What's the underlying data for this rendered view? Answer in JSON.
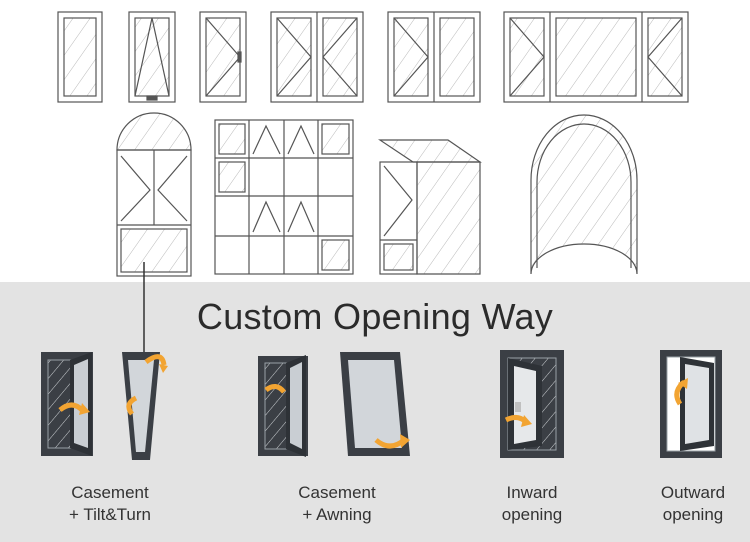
{
  "title": "Custom Opening Way",
  "options": [
    {
      "line1": "Casement",
      "line2": "+ Tilt&Turn"
    },
    {
      "line1": "Casement",
      "line2": "+ Awning"
    },
    {
      "line1": "Inward",
      "line2": "opening"
    },
    {
      "line1": "Outward",
      "line2": "opening"
    }
  ],
  "colors": {
    "frame": "#3b3f45",
    "arrow": "#f2a432",
    "band": "#e3e3e3",
    "sketch": "#555555"
  }
}
